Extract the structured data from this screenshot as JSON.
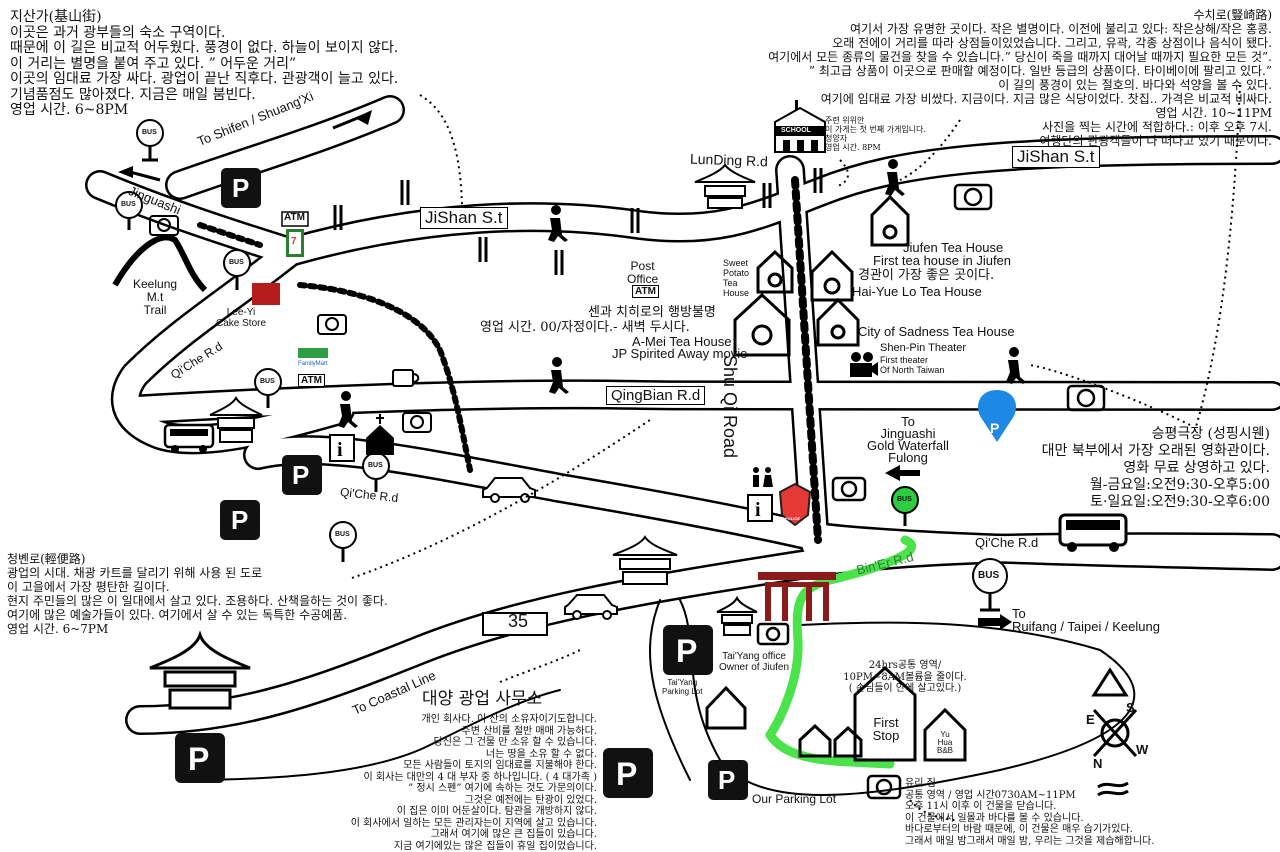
{
  "colors": {
    "road_fill": "#ffffff",
    "road_edge": "#000000",
    "green_route": "#4be34b",
    "parking_bg": "#111111",
    "gate_red": "#8b1a1a",
    "map_pin": "#1e88e5"
  },
  "icons": [
    "bus-stop-icon",
    "parking-icon",
    "camera-icon",
    "fork-knife-icon",
    "walker-icon",
    "tea-house-icon",
    "house-icon",
    "atm-icon",
    "info-icon",
    "toilet-icon",
    "police-icon",
    "compass-icon",
    "mountain-icon",
    "wave-icon",
    "school-icon",
    "theater-icon",
    "temple-icon",
    "car-icon",
    "bus-icon",
    "coffee-icon",
    "arrow-icon",
    "motorbike-pin-icon"
  ],
  "notes": {
    "jishan_block": {
      "lines": [
        "지산가(基山街)",
        "이곳은 과거 광부들의 숙소 구역이다.",
        "때문에 이 길은 비교적 어두웠다.    풍경이 없다.     하늘이 보이지 않다.",
        "이 거리는 별명을 붙여 주고 있다.    ” 어두운 거리”",
        "이곳의 임대료 가장 싸다.   광업이 끝난 직후다.   관광객이 늘고 있다.",
        "기념품점도 많아졌다.   지금은 매일 붐빈다.",
        "영업 시간. 6~8PM"
      ]
    },
    "shuqi_block": {
      "lines": [
        "수치로(豎崎路)",
        "여기서 가장 유명한 곳이다. 작은 별명이다. 이전에 불리고 있다: 작은상해/작은 홍콩.",
        "오래 전에이 거리를 따라 상점들이있었습니다.     그리고, 유곽, 각종 상점이나 음식이 됐다.",
        "여기에서 모든 종류의 물건을 찾을 수 있습니다.” 당신이 죽을 때까지 대어날 때까지 필요한 모든 것”.",
        "” 최고급 상품이 이곳으로 판매할 예정이다.   일반 등급의 상품이다. 타이베이에 팔리고 있다.”",
        "이 길의 풍경이 있는 절호의.   바다와 석양을 볼 수 있다.",
        "여기에 임대료 가장 비쌌다.   지금이다.   지금 많은 식당이었다.  찻집..  가격은 비교적 비싸다.",
        "영업 시간. 10~11PM",
        "사진을 찍는 시간에 적합하다.: 이후 오후 7시.",
        "여행단의 관광객들이 다 떠나고 있기 때문이다."
      ]
    },
    "qingbian_block": {
      "lines": [
        "청볜로(輕便路)",
        "광업의 시대.    채광 카트를 달리기 위해 사용 된 도로",
        "이 고을에서 가장 평탄한 길이다.",
        "현지 주민들의 많은 이 일대에서 살고 있다.   조용하다.    산책을하는 것이 좋다.",
        "여기에 많은 예술가들이 있다.    여기에서 살 수 있는 독특한 수공예품.",
        "영업 시간. 6~7PM"
      ]
    },
    "theater_block": {
      "lines": [
        "승평극장 (성핑시웬)",
        "대만 북부에서 가장 오래된 영화관이다.",
        "영화 무료 상영하고 있다.",
        "월-금요일:오전9:30-오후5:00",
        "토·일요일:오전9:30-오후6:00"
      ]
    },
    "taiyang_block": {
      "title": "대양 광업 사무소",
      "lines": [
        "개인 회사다.    이 산의 소유자이기도합니다.",
        "주변   산비를  절반 매매 가능하다.",
        "당신은 그 건물 만 소유 할 수 있습니다.",
        "너는 땅을 소유 할 수 없다.",
        "모든 사람들이 토지의 임대료를 지불해야 한다.",
        "이 회사는 대만의 4 대 부자 중 하나입니다. ( 4 대가족 )",
        "” 정시 스펜” 여기에 속하는 것도 가문의이다.",
        "그것은 예전에는 탄광이 있었다.",
        "이 집은 이미 어둔살이다. 탐관을 개방하지 않다.",
        "이 회사에서 일하는 모든 관리자는이 지역에 살고 있습니다.",
        "그래서 여기에 많은 큰 집들이 있습니다.",
        "지금 여기에있는 많은 집들이 휴일 집이었습니다."
      ]
    },
    "yuli_block": {
      "lines": [
        "유리 집",
        "공통 영역 / 영업 시간0730AM~11PM",
        "오후 11시 이후    이 건물을 닫습니다.",
        "이 건물에서 일몰과 바다를 볼 수 있습니다.",
        "바다로부터의 바람 때문에, 이 건물은 매우 습기가있다.",
        "그래서 매일 밤그래서 매일 밤, 우리는 그것을 제습해합니다."
      ]
    },
    "school_note": {
      "lines": [
        "주련 위위안",
        "이 가게는 첫 번째 가게입니다.",
        "청양자",
        "영업 시간. 8PM"
      ]
    },
    "common_area": {
      "lines": [
        "24hrs공통 영역/",
        "10PM~8AM볼륨을 줄이다.",
        "( 손님들이 안에 살고있다.)"
      ]
    },
    "lovers_note": "센과 치히로의 행방불명",
    "lovers_hours": "영업 시간. 00/자정이다.- 새벽 두시다.",
    "hai_yue_note": "경관이 가장 좋은 곳이다."
  },
  "labels": {
    "shifen": "To Shifen / Shuang'Xi",
    "jinguashi_road": "Jinguashi",
    "keelung_mt": "Keelung\nM.t\nTrail",
    "lee_yi": "Lee-Yi\nCake Store",
    "jishan_st": "JiShan S.t",
    "jishan_st_2": "JiShan S.t",
    "lunding": "LunDing R.d",
    "school": "SCHOOL",
    "post_office": "Post\nOffice",
    "atm": "ATM",
    "seven": "7",
    "sweet_potato": "Sweet\nPotato\nTea\nHouse",
    "jiufen_tea": "Jiufen Tea House",
    "first_tea": "First tea house in Jiufen",
    "hai_yue": "Hai-Yue Lo Tea House",
    "city_sadness": "City of Sadness Tea House",
    "a_mei": "A-Mei Tea House",
    "jp_spirited": "JP Spirited Away movie",
    "shu_qi": "Shu Qi Road",
    "shen_pin": "Shen-Pin Theater",
    "first_theater": "First theater\nOf North Taiwan",
    "qingbian": "QingBian R.d",
    "qiche_1": "Qi'Che R.d",
    "qiche_2": "Qi'Che R.d",
    "qiche_3": "Qi'Che R.d",
    "to_jinguashi": "To\nJinguashi\nGold Waterfall\nFulong",
    "binier": "Bin'Er R.d",
    "familymart": "FamilyMart",
    "bus": "BUS",
    "parking": "P",
    "coastal": "To Coastal Line",
    "route35": "35",
    "taiyang_office": "Tai'Yang office\nOwner of Jiufen",
    "taiyang_lot": "Tai'Yang\nParking Lot",
    "our_parking": "Our Parking Lot",
    "first_stop": "First\nStop",
    "yu_hua": "Yu\nHua\nB&B",
    "to_ruifang": "To\nRuifang / Taipei / Keelung",
    "police": "POLICE",
    "info": "i",
    "compass_n": "N",
    "compass_s": "S",
    "compass_e": "E",
    "compass_w": "W"
  }
}
